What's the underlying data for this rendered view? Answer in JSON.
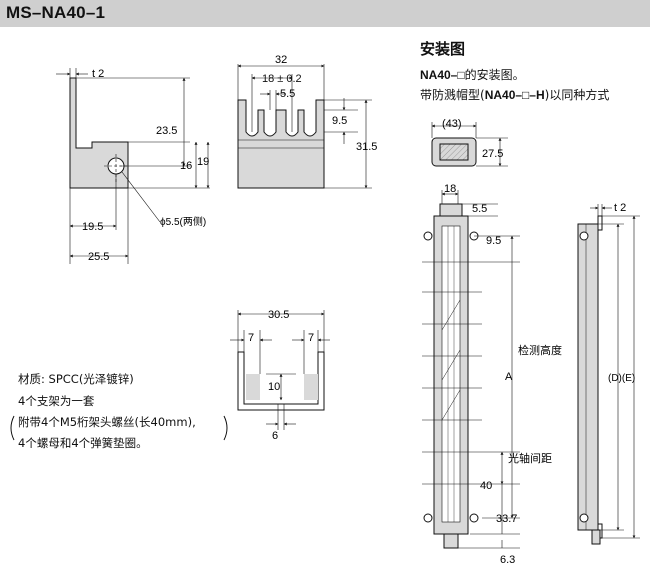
{
  "header": {
    "title": "MS–NA40–1"
  },
  "section": {
    "title": "安装图",
    "line1_code": "NA40–□",
    "line1_text": "的安装图。",
    "line2_pre": "带防溅帽型(",
    "line2_code": "NA40–□–H",
    "line2_post": ")以同种方式"
  },
  "bracket_side": {
    "t": "t 2",
    "d1": "23.5",
    "d2": "16",
    "d3": "19",
    "d4": "19.5",
    "d5": "25.5",
    "hole": "ϕ5.5(两侧)"
  },
  "bracket_front": {
    "w": "32",
    "slot": "18 ± 0.2",
    "s": "5.5",
    "d1": "9.5",
    "h": "31.5"
  },
  "bracket_bottom": {
    "w": "30.5",
    "l": "7",
    "r": "7",
    "c": "10",
    "b": "6"
  },
  "materials": {
    "line1": "材质:  SPCC(光泽镀锌)",
    "line2": "4个支架为一套",
    "line3": "附带4个M5桁架头螺丝(长40mm),",
    "line4": "4个螺母和4个弹簧垫圈。"
  },
  "sensor": {
    "top_w": "(43)",
    "top_h": "27.5",
    "w18": "18",
    "w55": "5.5",
    "d95": "9.5",
    "detect_label": "检测高度",
    "A": "A",
    "pitch_label": "光轴间距",
    "pitch": "40",
    "b337": "33.7",
    "b63": "6.3",
    "DE": "(D)(E)",
    "t2": "t 2"
  }
}
